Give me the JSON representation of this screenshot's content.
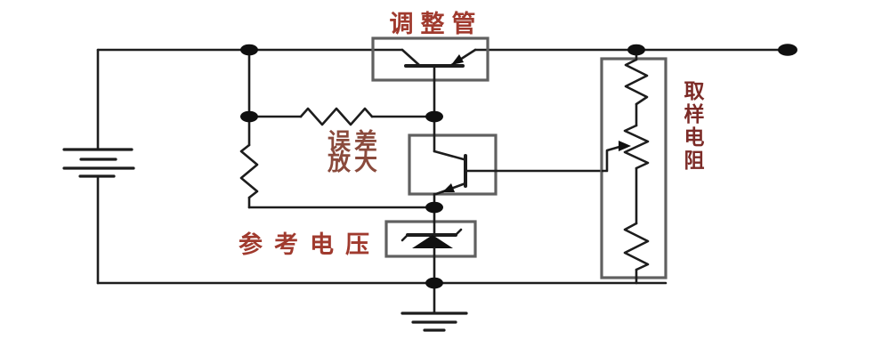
{
  "diagram": {
    "type": "circuit-schematic",
    "description": "series voltage regulator block schematic",
    "labels": {
      "pass_transistor": "调整管",
      "error_amplifier_line1": "误差",
      "error_amplifier_line2": "放大",
      "reference_voltage": "参考电压",
      "sampling_resistor": "取样电阻"
    },
    "components": [
      {
        "name": "battery",
        "icon": "battery-icon"
      },
      {
        "name": "pass-transistor",
        "icon": "transistor-icon",
        "label": "调整管"
      },
      {
        "name": "feed-resistor-horizontal",
        "icon": "resistor-icon"
      },
      {
        "name": "bias-resistor-vertical",
        "icon": "resistor-icon"
      },
      {
        "name": "error-amplifier-transistor",
        "icon": "transistor-icon",
        "label": "误差放大"
      },
      {
        "name": "zener-diode",
        "icon": "zener-diode-icon",
        "label": "参考电压"
      },
      {
        "name": "sampling-resistor-divider",
        "icon": "resistor-chain-icon",
        "label": "取样电阻"
      },
      {
        "name": "wiper-tap",
        "icon": "arrow-tap-icon"
      },
      {
        "name": "ground",
        "icon": "ground-icon"
      },
      {
        "name": "output-terminal",
        "icon": "terminal-dot-icon"
      }
    ],
    "colors": {
      "background": "#ffffff",
      "wire": "#1d1d1d",
      "component_outline": "#606060",
      "junction_dot": "#101010",
      "label_red": "#a03a2e",
      "label_brown": "#8a4a3c",
      "label_dark_red": "#7c2b27"
    }
  }
}
